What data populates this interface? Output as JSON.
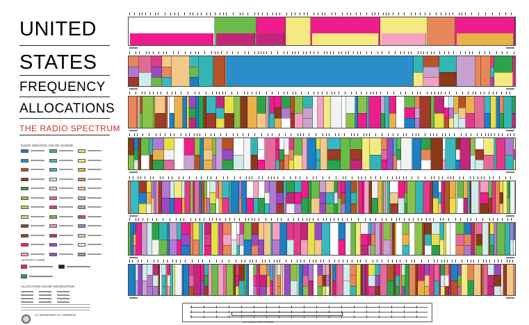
{
  "header": {
    "line1": "UNITED",
    "line2": "STATES",
    "line3": "FREQUENCY",
    "line4": "ALLOCATIONS",
    "subtitle": "THE RADIO SPECTRUM"
  },
  "legend": {
    "title": "RADIO SERVICES COLOR LEGEND",
    "activity_title": "ACTIVITY CODE",
    "usage_title": "ALLOCATION USAGE DESIGNATION",
    "colors": [
      "#1e7fc2",
      "#34b5b5",
      "#e8e04a",
      "#2a8fc8",
      "#39b8c4",
      "#f4eb80",
      "#b5532a",
      "#3bb9a8",
      "#e9b14a",
      "#8a3a1a",
      "#d0ecea",
      "#e8875a",
      "#2aa34a",
      "#f0d3d3",
      "#f3c98a",
      "#8ac24a",
      "#e26b9a",
      "#b9b9b9",
      "#b9d24a",
      "#e23a8a",
      "#c7a2d0",
      "#c7e07a",
      "#6abb4a",
      "#c24a8a",
      "#7a4a2a",
      "#e8a0b0",
      "#b07ad0",
      "#a03a2a",
      "#c2287a",
      "#d0d0d0",
      "#ee1c8c",
      "#9a4ac2",
      "#f2f2f2",
      "#f2a2c2",
      "#8a60b8",
      "#9a9a9a"
    ],
    "activity_colors": [
      "#ee1c8c",
      "#222222",
      "#2aa34a"
    ]
  },
  "footer": {
    "caption": "THE RADIO SPECTRUM",
    "dept": "U.S. DEPARTMENT OF COMMERCE"
  }
}
